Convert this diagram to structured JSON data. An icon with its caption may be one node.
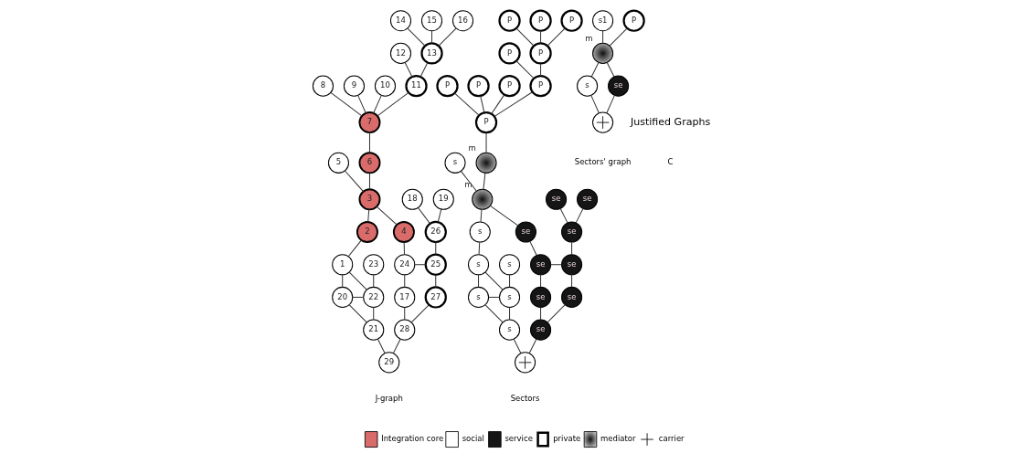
{
  "diagram": {
    "nodes": [
      {
        "text": [
          "1"
        ]
      },
      {
        "text": [
          "2"
        ]
      },
      {
        "text": [
          "3"
        ]
      },
      {
        "text": [
          "4"
        ]
      },
      {
        "text": [
          "5"
        ]
      },
      {
        "text": [
          "6"
        ]
      },
      {
        "text": [
          "7"
        ]
      },
      {
        "text": [
          "8"
        ]
      },
      {
        "text": [
          "9"
        ]
      },
      {
        "text": [
          "10"
        ]
      },
      {
        "text": [
          "11"
        ]
      },
      {
        "text": [
          "12"
        ]
      },
      {
        "text": [
          "13"
        ]
      },
      {
        "text": [
          "14"
        ]
      },
      {
        "text": [
          "15"
        ]
      },
      {
        "text": [
          "16"
        ]
      },
      {
        "text": [
          "17"
        ]
      },
      {
        "text": [
          "18"
        ]
      },
      {
        "text": [
          "19"
        ]
      },
      {
        "text": [
          "20"
        ]
      },
      {
        "text": [
          "21"
        ]
      },
      {
        "text": [
          "22"
        ]
      },
      {
        "text": [
          "23"
        ]
      },
      {
        "text": [
          "24"
        ]
      },
      {
        "text": [
          "25"
        ]
      },
      {
        "text": [
          "26"
        ]
      },
      {
        "text": [
          "27"
        ]
      },
      {
        "text": [
          "28"
        ]
      },
      {
        "text": [
          "29"
        ]
      },
      {
        "text": [
          "s"
        ]
      },
      {
        "text": [
          "s"
        ]
      },
      {
        "text": [],
        "shape": "circle",
        "beside": [
          "m"
        ]
      },
      {
        "text": [
          "se"
        ]
      },
      {
        "text": [
          "s"
        ]
      },
      {
        "text": [],
        "shape": "circle",
        "beside": [
          "m"
        ]
      },
      {
        "text": [
          "P"
        ]
      },
      {
        "text": [
          "P"
        ]
      },
      {
        "text": [
          "P"
        ]
      },
      {
        "text": [
          "P"
        ]
      },
      {
        "text": [
          "P"
        ]
      },
      {
        "text": [
          "P"
        ]
      },
      {
        "text": [
          "P"
        ]
      },
      {
        "text": [
          "P"
        ]
      },
      {
        "text": [
          "P"
        ]
      },
      {
        "text": [
          "P"
        ]
      },
      {
        "text": [
          "se"
        ]
      },
      {
        "text": [
          "se"
        ]
      },
      {
        "text": [
          "se"
        ]
      },
      {
        "text": [
          "s"
        ]
      },
      {
        "text": [
          "s"
        ]
      },
      {
        "text": [
          "s"
        ]
      },
      {
        "text": [
          "s"
        ]
      },
      {
        "text": [
          "se"
        ]
      },
      {
        "text": [
          "se"
        ]
      },
      {
        "text": [
          "se"
        ]
      },
      {
        "text": [
          "se"
        ]
      },
      {
        "text": [
          "se"
        ]
      },
      {
        "text": [],
        "shape": "circle"
      },
      {
        "text": [
          "s1"
        ]
      },
      {
        "text": [
          "P"
        ]
      },
      {
        "text": [],
        "shape": "circle",
        "beside": [
          "m"
        ]
      },
      {
        "text": [
          "s"
        ]
      },
      {
        "text": [
          "se"
        ]
      },
      {
        "text": [],
        "shape": "circle"
      }
    ],
    "edges": [
      {
        "from": 13,
        "to": 12,
        "arrow": "none"
      },
      {
        "from": 14,
        "to": 12,
        "arrow": "none"
      },
      {
        "from": 15,
        "to": 12,
        "arrow": "none"
      },
      {
        "from": 12,
        "to": 10,
        "arrow": "none"
      },
      {
        "from": 11,
        "to": 10,
        "arrow": "none"
      },
      {
        "from": 10,
        "to": 6,
        "arrow": "none"
      },
      {
        "from": 7,
        "to": 6,
        "arrow": "none"
      },
      {
        "from": 8,
        "to": 6,
        "arrow": "none"
      },
      {
        "from": 9,
        "to": 6,
        "arrow": "none"
      },
      {
        "from": 6,
        "to": 5,
        "arrow": "none"
      },
      {
        "from": 5,
        "to": 2,
        "arrow": "none"
      },
      {
        "from": 4,
        "to": 2,
        "arrow": "none"
      },
      {
        "from": 2,
        "to": 1,
        "arrow": "none"
      },
      {
        "from": 2,
        "to": 3,
        "arrow": "none"
      },
      {
        "from": 1,
        "to": 0,
        "arrow": "none"
      },
      {
        "from": 0,
        "to": 19,
        "arrow": "none"
      },
      {
        "from": 0,
        "to": 21,
        "arrow": "none"
      },
      {
        "from": 22,
        "to": 21,
        "arrow": "none"
      },
      {
        "from": 19,
        "to": 21,
        "arrow": "none"
      },
      {
        "from": 19,
        "to": 20,
        "arrow": "none"
      },
      {
        "from": 21,
        "to": 20,
        "arrow": "none"
      },
      {
        "from": 20,
        "to": 28,
        "arrow": "none"
      },
      {
        "from": 27,
        "to": 28,
        "arrow": "none"
      },
      {
        "from": 16,
        "to": 27,
        "arrow": "none"
      },
      {
        "from": 23,
        "to": 16,
        "arrow": "none"
      },
      {
        "from": 3,
        "to": 23,
        "arrow": "none"
      },
      {
        "from": 23,
        "to": 24,
        "arrow": "none"
      },
      {
        "from": 17,
        "to": 25,
        "arrow": "none"
      },
      {
        "from": 18,
        "to": 25,
        "arrow": "none"
      },
      {
        "from": 25,
        "to": 24,
        "arrow": "none"
      },
      {
        "from": 24,
        "to": 26,
        "arrow": "none"
      },
      {
        "from": 26,
        "to": 27,
        "arrow": "none"
      },
      {
        "from": 42,
        "to": 41,
        "arrow": "none"
      },
      {
        "from": 43,
        "to": 41,
        "arrow": "none"
      },
      {
        "from": 44,
        "to": 41,
        "arrow": "none"
      },
      {
        "from": 41,
        "to": 39,
        "arrow": "none"
      },
      {
        "from": 40,
        "to": 39,
        "arrow": "none"
      },
      {
        "from": 39,
        "to": 35,
        "arrow": "none"
      },
      {
        "from": 36,
        "to": 35,
        "arrow": "none"
      },
      {
        "from": 37,
        "to": 35,
        "arrow": "none"
      },
      {
        "from": 38,
        "to": 35,
        "arrow": "none"
      },
      {
        "from": 35,
        "to": 34,
        "arrow": "none"
      },
      {
        "from": 34,
        "to": 31,
        "arrow": "none"
      },
      {
        "from": 33,
        "to": 31,
        "arrow": "none"
      },
      {
        "from": 31,
        "to": 30,
        "arrow": "none"
      },
      {
        "from": 31,
        "to": 32,
        "arrow": "none"
      },
      {
        "from": 30,
        "to": 29,
        "arrow": "none"
      },
      {
        "from": 29,
        "to": 48,
        "arrow": "none"
      },
      {
        "from": 29,
        "to": 50,
        "arrow": "none"
      },
      {
        "from": 51,
        "to": 50,
        "arrow": "none"
      },
      {
        "from": 48,
        "to": 50,
        "arrow": "none"
      },
      {
        "from": 48,
        "to": 49,
        "arrow": "none"
      },
      {
        "from": 50,
        "to": 49,
        "arrow": "none"
      },
      {
        "from": 49,
        "to": 57,
        "arrow": "none"
      },
      {
        "from": 56,
        "to": 57,
        "arrow": "none"
      },
      {
        "from": 45,
        "to": 56,
        "arrow": "none"
      },
      {
        "from": 52,
        "to": 45,
        "arrow": "none"
      },
      {
        "from": 32,
        "to": 52,
        "arrow": "none"
      },
      {
        "from": 52,
        "to": 53,
        "arrow": "none"
      },
      {
        "from": 46,
        "to": 54,
        "arrow": "none"
      },
      {
        "from": 47,
        "to": 54,
        "arrow": "none"
      },
      {
        "from": 54,
        "to": 53,
        "arrow": "none"
      },
      {
        "from": 53,
        "to": 55,
        "arrow": "none"
      },
      {
        "from": 55,
        "to": 56,
        "arrow": "none"
      },
      {
        "from": 58,
        "to": 60,
        "arrow": "none"
      },
      {
        "from": 59,
        "to": 60,
        "arrow": "none"
      },
      {
        "from": 60,
        "to": 61,
        "arrow": "none"
      },
      {
        "from": 60,
        "to": 62,
        "arrow": "none"
      },
      {
        "from": 61,
        "to": 63,
        "arrow": "none"
      },
      {
        "from": 62,
        "to": 63,
        "arrow": "none"
      }
    ],
    "labels": [
      "J-graph",
      "Sectors",
      "Sectors' graph",
      "Justified Graphs",
      "C"
    ],
    "legend": [
      {
        "text": "Integration core",
        "color": "#d96b6b"
      },
      {
        "text": "social",
        "color": "#ffffff"
      },
      {
        "text": "service",
        "color": "#151515"
      },
      {
        "text": "private"
      },
      {
        "text": "mediator"
      },
      {
        "text": "carrier"
      }
    ]
  }
}
